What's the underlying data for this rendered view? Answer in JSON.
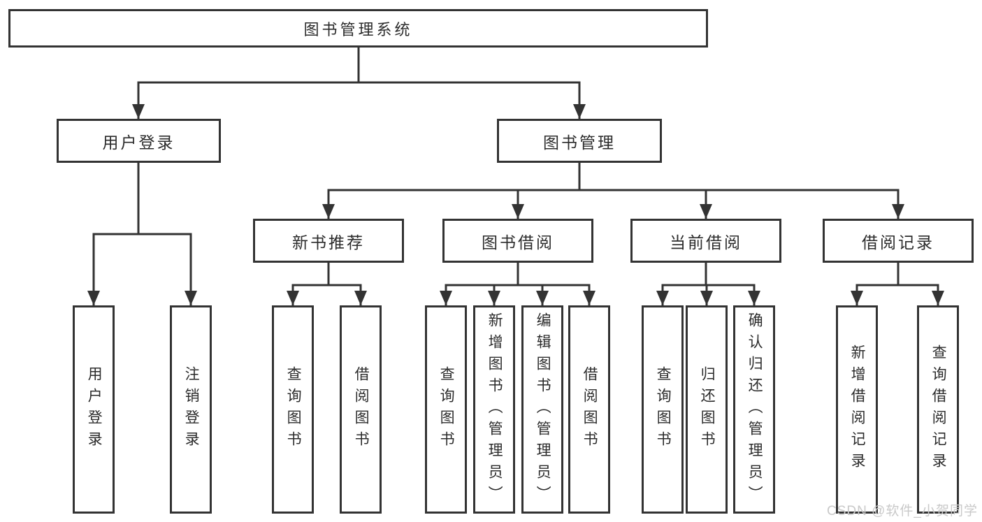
{
  "diagram": {
    "title": "图书管理系统",
    "level2": [
      {
        "label": "用户登录"
      },
      {
        "label": "图书管理"
      }
    ],
    "level3": [
      {
        "label": "新书推荐"
      },
      {
        "label": "图书借阅"
      },
      {
        "label": "当前借阅"
      },
      {
        "label": "借阅记录"
      }
    ],
    "leaves": [
      {
        "label": "用户登录"
      },
      {
        "label": "注销登录"
      },
      {
        "label": "查询图书"
      },
      {
        "label": "借阅图书"
      },
      {
        "label": "查询图书"
      },
      {
        "label": "新增图书（管理员）"
      },
      {
        "label": "编辑图书（管理员）"
      },
      {
        "label": "借阅图书"
      },
      {
        "label": "查询图书"
      },
      {
        "label": "归还图书"
      },
      {
        "label": "确认归还（管理员）"
      },
      {
        "label": "新增借阅记录"
      },
      {
        "label": "查询借阅记录"
      }
    ],
    "watermark": "CSDN @软件_小贺同学",
    "colors": {
      "line": "#333333",
      "box_border": "#333333",
      "text": "#2b2b2b",
      "watermark": "#c9c9c9",
      "background": "#ffffff"
    }
  }
}
